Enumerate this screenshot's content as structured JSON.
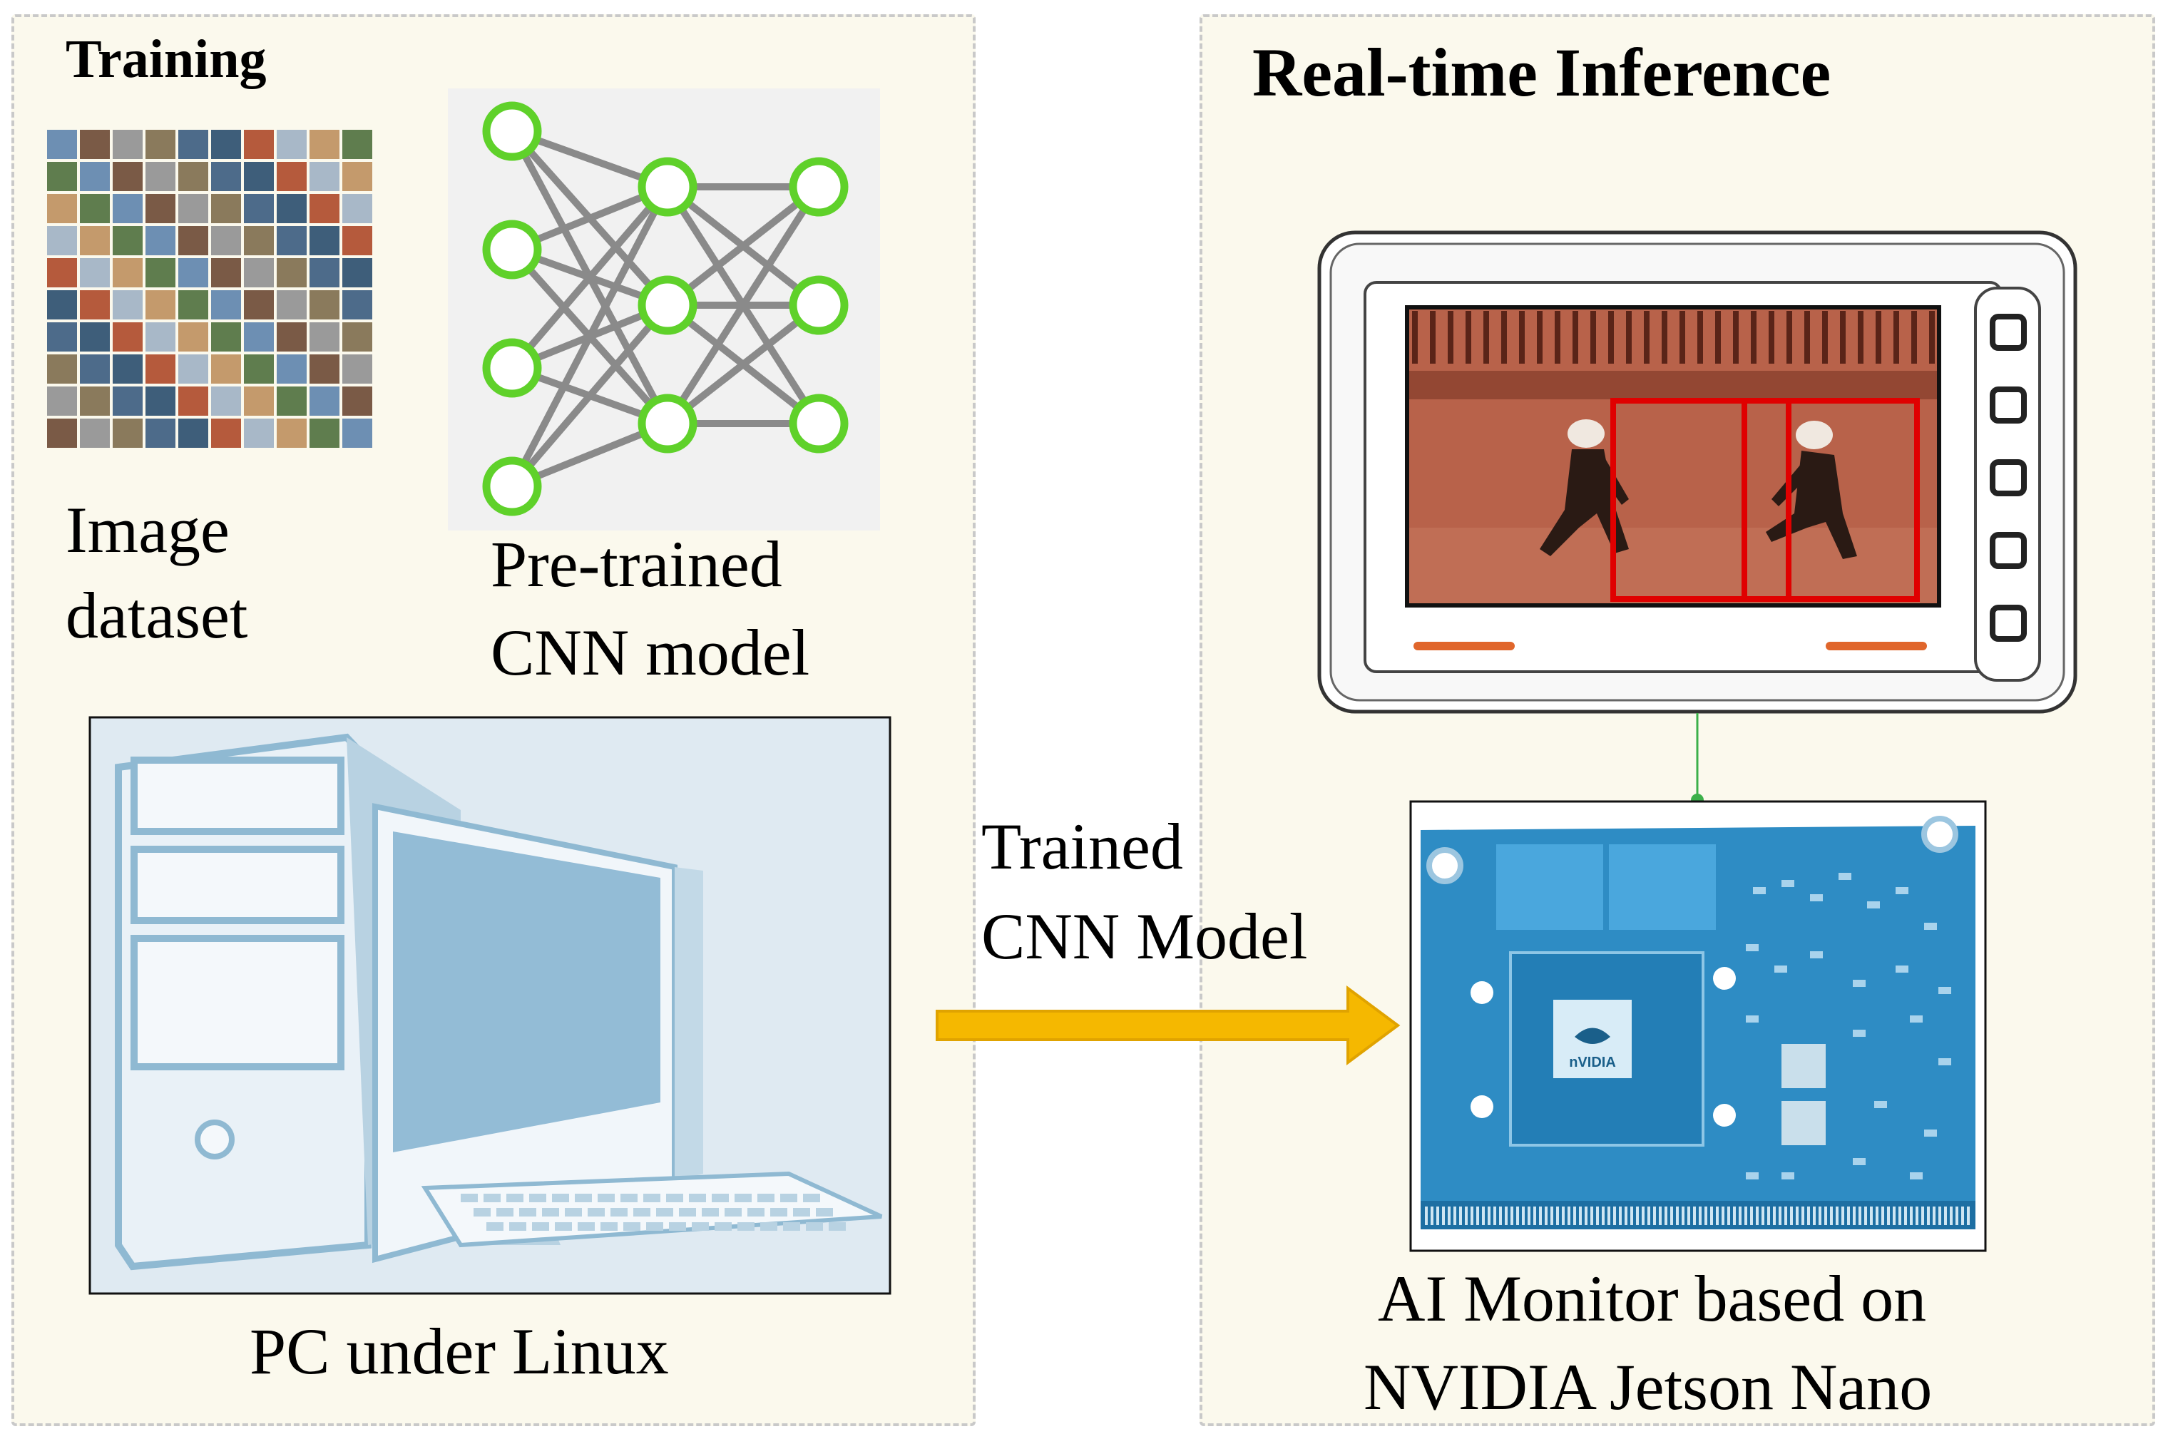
{
  "training": {
    "heading": "Training",
    "dataset_label_line1": "Image",
    "dataset_label_line2": "dataset",
    "model_label_line1": "Pre-trained",
    "model_label_line2": "CNN model",
    "pc_label": "PC under Linux"
  },
  "transfer": {
    "label_line1": "Trained",
    "label_line2": "CNN Model",
    "arrow_color": "#f5b800"
  },
  "inference": {
    "heading": "Real-time Inference",
    "device_label_line1": "AI Monitor based on",
    "device_label_line2": "NVIDIA Jetson Nano",
    "chip_logo_text": "nVIDIA",
    "detection_box_color": "#e00000"
  },
  "colors": {
    "panel_bg": "#fbf9ed",
    "neuron": "#5fd12a",
    "pc_blue": "#8fb9d2",
    "board_blue": "#2e8cc4"
  }
}
